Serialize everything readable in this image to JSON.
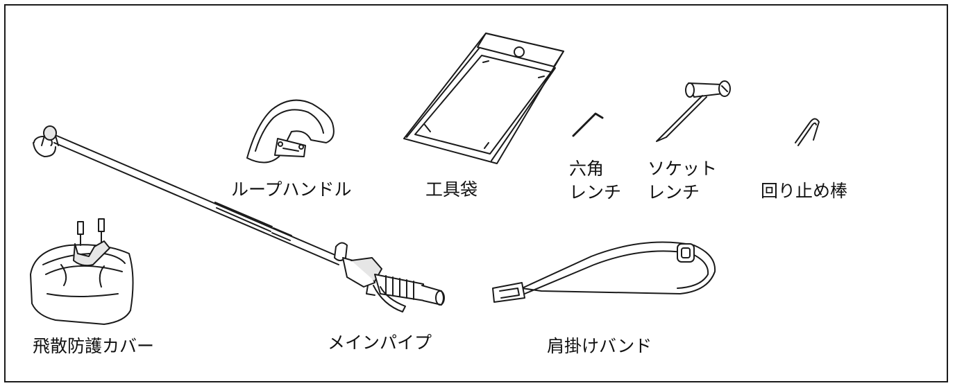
{
  "parts": {
    "loop_handle": "ループハンドル",
    "tool_bag": "工具袋",
    "hex_wrench": [
      "六角",
      "レンチ"
    ],
    "socket_wrench": [
      "ソケット",
      "レンチ"
    ],
    "stopper_rod": "回り止め棒",
    "scatter_guard": "飛散防護カバー",
    "main_pipe": "メインパイプ",
    "shoulder_strap": "肩掛けバンド"
  },
  "colors": {
    "line": "#1a1a1a",
    "background": "#ffffff",
    "tint": "#e6e6e6"
  }
}
